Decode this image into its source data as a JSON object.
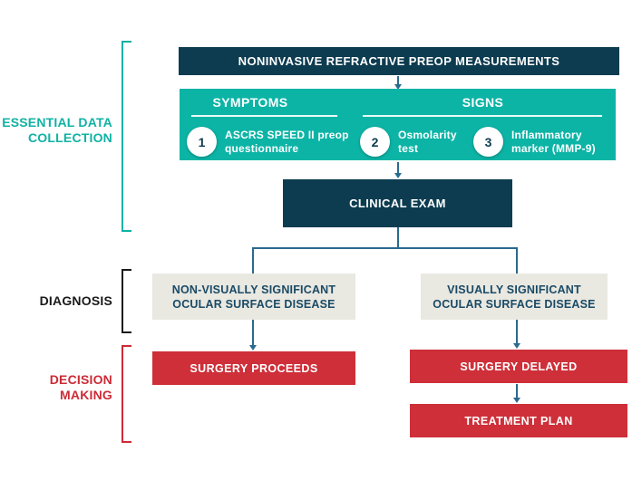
{
  "flow": {
    "top_box": "NONINVASIVE REFRACTIVE PREOP MEASUREMENTS",
    "panel": {
      "symptoms_header": "SYMPTOMS",
      "signs_header": "SIGNS",
      "items": [
        {
          "num": "1",
          "label": "ASCRS SPEED II preop\nquestionnaire"
        },
        {
          "num": "2",
          "label": "Osmolarity\ntest"
        },
        {
          "num": "3",
          "label": "Inflammatory\nmarker (MMP-9)"
        }
      ]
    },
    "clinical_exam": "CLINICAL EXAM",
    "diagnosis": {
      "left": "NON-VISUALLY SIGNIFICANT\nOCULAR SURFACE DISEASE",
      "right": "VISUALLY SIGNIFICANT\nOCULAR SURFACE DISEASE"
    },
    "decision": {
      "surgery_proceeds": "SURGERY PROCEEDS",
      "surgery_delayed": "SURGERY DELAYED",
      "treatment_plan": "TREATMENT PLAN"
    }
  },
  "side_labels": {
    "essential_data": "ESSENTIAL DATA\nCOLLECTION",
    "diagnosis": "DIAGNOSIS",
    "decision_making": "DECISION\nMAKING"
  },
  "colors": {
    "navy": "#0d3c50",
    "teal": "#0cb4a6",
    "red": "#ce2f39",
    "light_gray_box": "#e9e8e1",
    "diagnosis_text": "#1a4a66",
    "connector_blue": "#2a6a8f",
    "teal_label": "#0fb2a4",
    "dark_label": "#1a1a1c",
    "red_label": "#cc2b36"
  }
}
